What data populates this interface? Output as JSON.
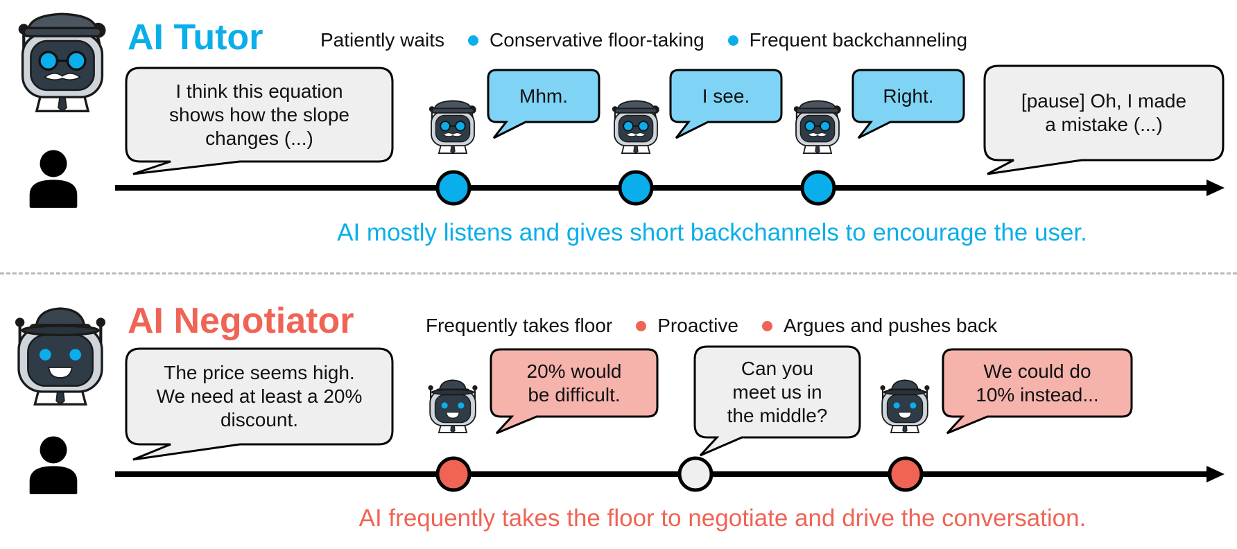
{
  "colors": {
    "tutor_accent": "#0aaeea",
    "negotiator_accent": "#ef6455",
    "backchannel_bubble": "#7fd4f5",
    "negotiator_bubble": "#f5b3ab",
    "user_bubble": "#efefef",
    "neutral_marker": "#efefef",
    "ink": "#111111"
  },
  "icons": {
    "tutor_avatar": "robot-glasses-mustache-icon",
    "negotiator_avatar": "robot-fedora-hat-icon",
    "user_avatar": "person-silhouette-icon",
    "timeline": "arrow-right-icon"
  },
  "tutor": {
    "title": "AI Tutor",
    "trait_1": "Patiently waits",
    "trait_2": "Conservative floor-taking",
    "trait_3": "Frequent backchanneling",
    "user_bubble": "I think this equation\nshows how the slope\nchanges (...)",
    "ai_bubble_1": "Mhm.",
    "ai_bubble_2": "I see.",
    "ai_bubble_3": "Right.",
    "user_bubble_2": "[pause] Oh, I made\na mistake (...)",
    "caption": "AI mostly listens and gives short backchannels to encourage the user."
  },
  "negotiator": {
    "title": "AI Negotiator",
    "trait_1": "Frequently takes floor",
    "trait_2": "Proactive",
    "trait_3": "Argues and pushes back",
    "user_bubble": "The price seems high.\nWe need at least a 20%\ndiscount.",
    "ai_bubble_1": "20% would\nbe difficult.",
    "user_bubble_2": "Can you\nmeet us in\nthe middle?",
    "ai_bubble_2": "We could do\n10% instead...",
    "caption": "AI frequently takes the floor to negotiate and drive the conversation."
  }
}
